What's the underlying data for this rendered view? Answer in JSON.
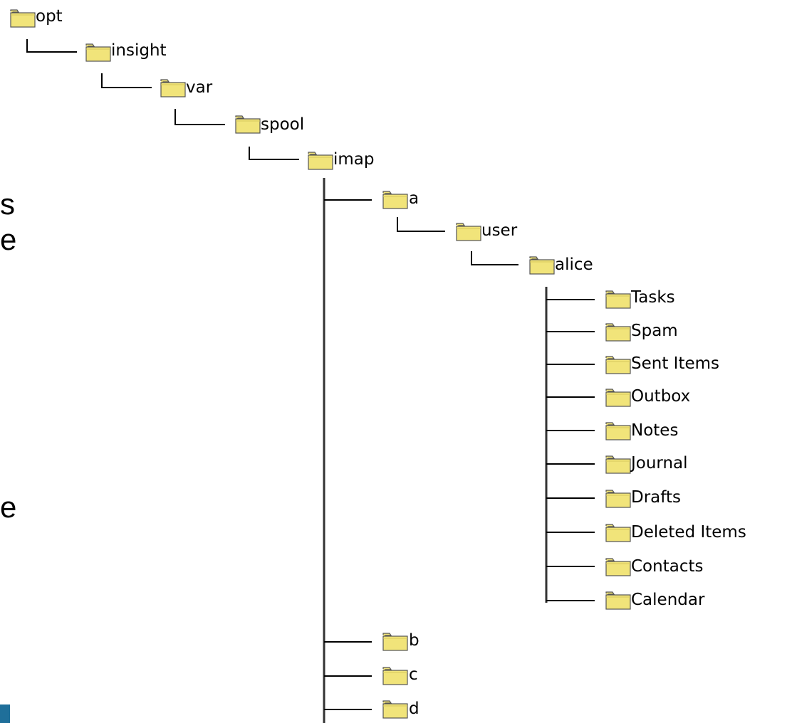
{
  "side_text": [
    "s",
    "e",
    "e"
  ],
  "accent_color": "#1f6f9a",
  "folder_color": "#f1e47a",
  "tree": {
    "root": "opt",
    "chain": [
      "insight",
      "var",
      "spool",
      "imap"
    ],
    "imap_children": [
      "a",
      "b",
      "c",
      "d"
    ],
    "a_child": "user",
    "user_child": "alice",
    "alice_children": [
      "Tasks",
      "Spam",
      "Sent Items",
      "Outbox",
      "Notes",
      "Journal",
      "Drafts",
      "Deleted Items",
      "Contacts",
      "Calendar"
    ]
  }
}
